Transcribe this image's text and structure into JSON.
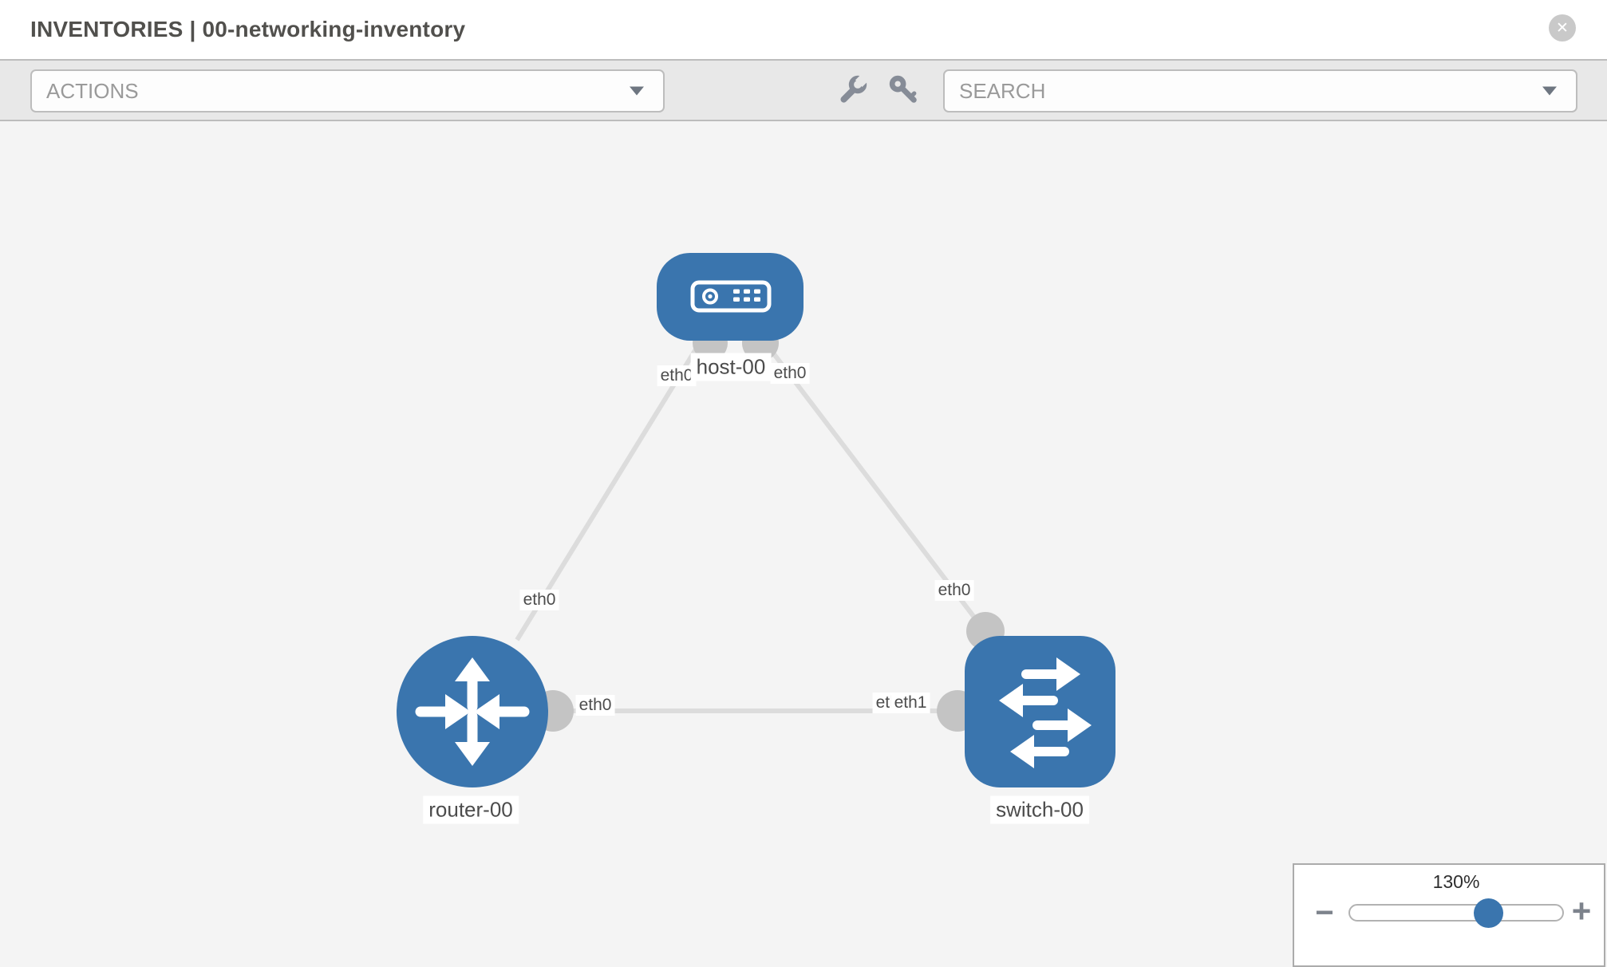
{
  "header": {
    "title": "INVENTORIES | 00-networking-inventory",
    "close_glyph": "✕"
  },
  "toolbar": {
    "actions_label": "ACTIONS",
    "search_label": "SEARCH",
    "icons": {
      "wrench": "wrench-icon",
      "key": "key-icon",
      "actions_caret": "chevron-down-icon",
      "search_caret": "chevron-down-icon"
    }
  },
  "colors": {
    "node_blue": "#3a75ae",
    "link_gray": "#dcdcdc",
    "interface_gray": "#c4c4c4",
    "canvas_bg": "#f4f4f4"
  },
  "topology": {
    "nodes": [
      {
        "id": "host-00",
        "type": "host",
        "label": "host-00"
      },
      {
        "id": "router-00",
        "type": "router",
        "label": "router-00"
      },
      {
        "id": "switch-00",
        "type": "switch",
        "label": "switch-00"
      }
    ],
    "links": [
      {
        "from": "host-00",
        "to": "router-00",
        "from_interface": "eth0",
        "to_interface": "eth0"
      },
      {
        "from": "host-00",
        "to": "switch-00",
        "from_interface": "eth0",
        "to_interface": "eth0"
      },
      {
        "from": "router-00",
        "to": "switch-00",
        "from_interface": "eth0",
        "to_interface_under": "eth0",
        "to_interface_over": "eth1"
      }
    ]
  },
  "zoom_control": {
    "value": "130%",
    "minus_glyph": "−",
    "plus_glyph": "+"
  }
}
